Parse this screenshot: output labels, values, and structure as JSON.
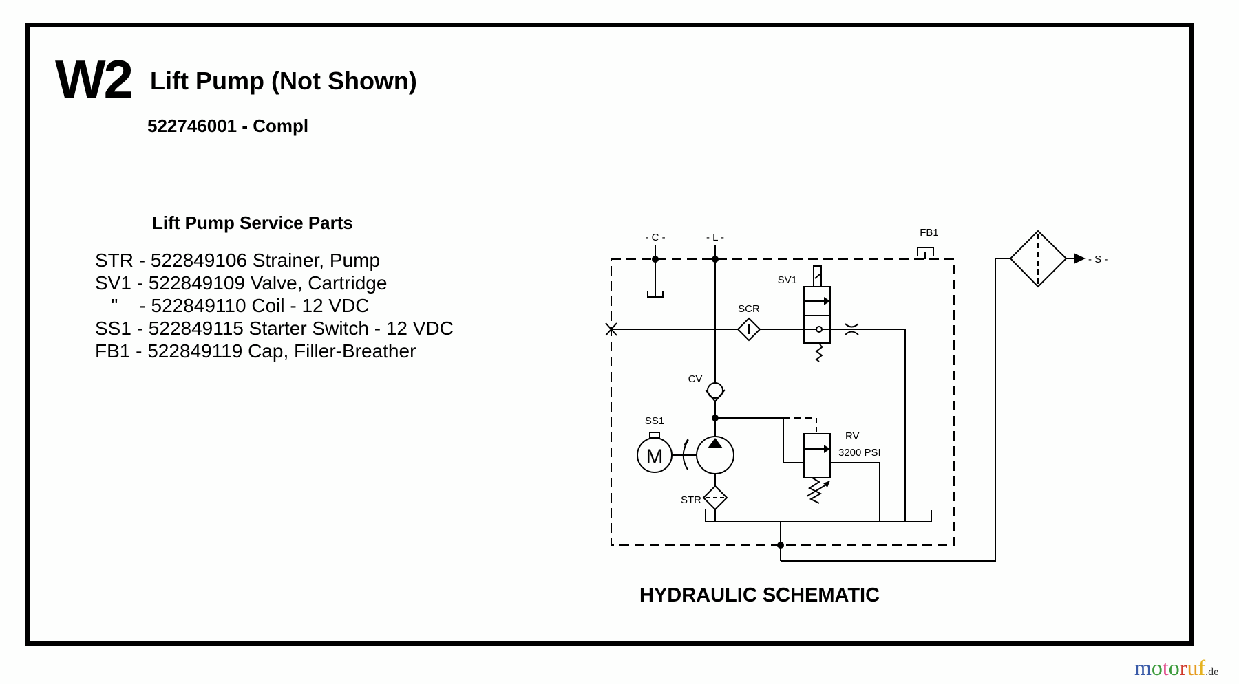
{
  "header": {
    "code": "W2",
    "title": "Lift Pump (Not Shown)",
    "subtitle": "522746001 - Compl"
  },
  "parts": {
    "title": "Lift Pump Service Parts",
    "items": [
      {
        "text": "STR - 522849106 Strainer, Pump"
      },
      {
        "text": "SV1 - 522849109 Valve, Cartridge"
      },
      {
        "text": "   \"    - 522849110 Coil - 12 VDC"
      },
      {
        "text": "SS1 - 522849115 Starter Switch - 12 VDC"
      },
      {
        "text": "FB1 - 522849119 Cap, Filler-Breather"
      }
    ]
  },
  "schematic": {
    "title": "HYDRAULIC SCHEMATIC",
    "labels": {
      "port_c": "- C -",
      "port_l": "- L -",
      "port_s": "- S -",
      "fb1": "FB1",
      "sv1": "SV1",
      "scr": "SCR",
      "cv": "CV",
      "ss1": "SS1",
      "motor": "M",
      "str": "STR",
      "rv": "RV",
      "rv_pressure": "3200 PSI"
    }
  },
  "watermark": {
    "m": "m",
    "o1": "o",
    "t": "t",
    "o2": "o",
    "r": "r",
    "u": "u",
    "f": "f",
    "de": ".de"
  }
}
